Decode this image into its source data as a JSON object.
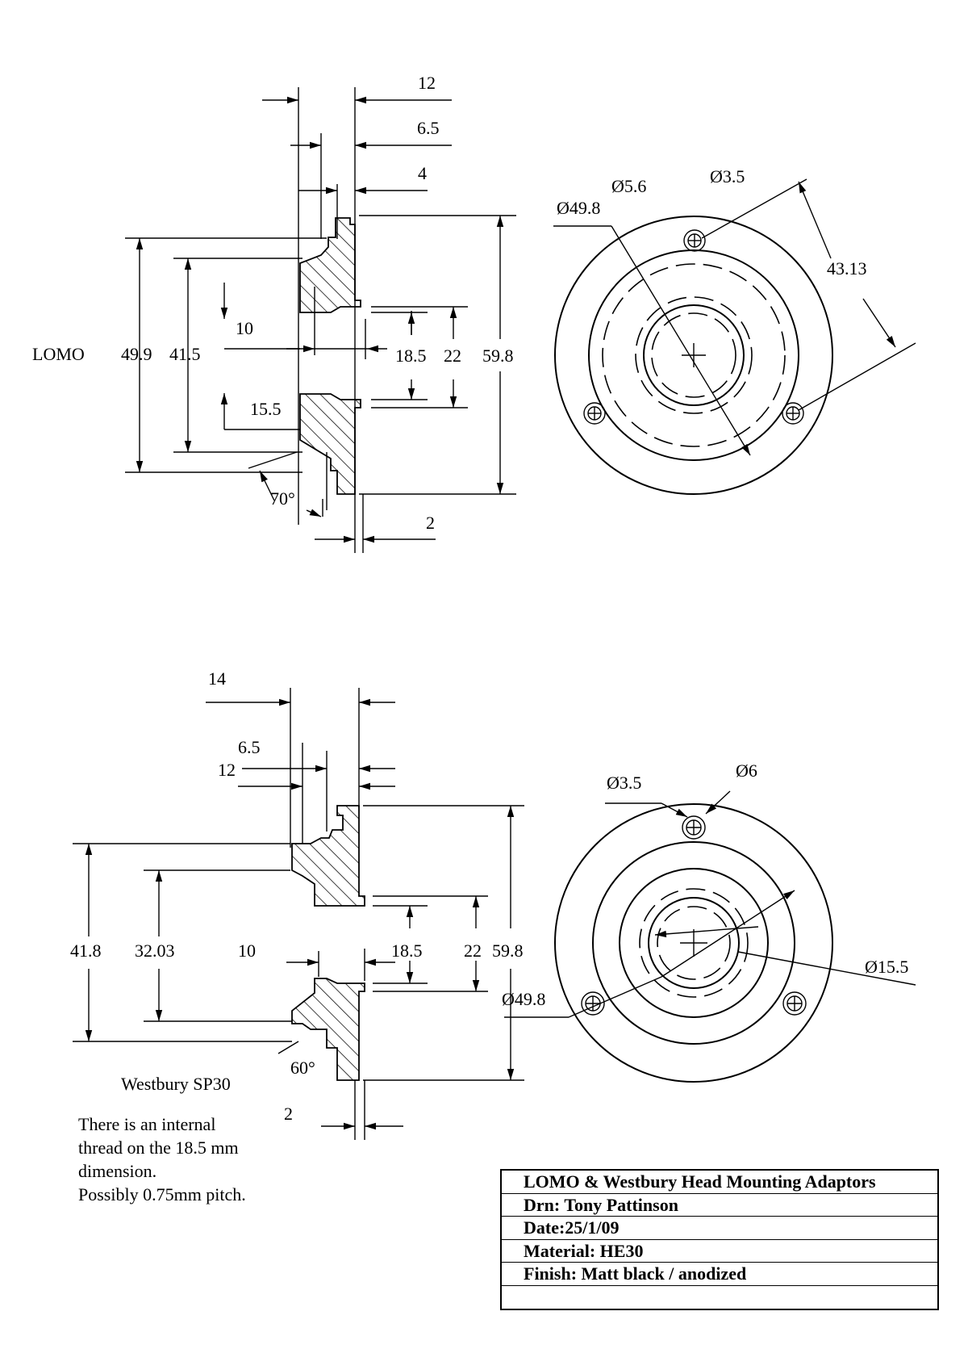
{
  "lomo": {
    "label": "LOMO",
    "dims": {
      "d12": "12",
      "d6_5": "6.5",
      "d4": "4",
      "d49_9": "49.9",
      "d41_5": "41.5",
      "d10": "10",
      "d15_5": "15.5",
      "d18_5": "18.5",
      "d22": "22",
      "d59_8": "59.8",
      "angle": "70°",
      "d2": "2"
    },
    "face": {
      "dia49_8": "Ø49.8",
      "dia5_6": "Ø5.6",
      "dia3_5": "Ø3.5",
      "pcd": "43.13"
    }
  },
  "westbury": {
    "label": "Westbury SP30",
    "dims": {
      "d14": "14",
      "d6_5": "6.5",
      "d12": "12",
      "d41_8": "41.8",
      "d32_03": "32.03",
      "d10": "10",
      "d18_5": "18.5",
      "d22": "22",
      "d59_8": "59.8",
      "angle": "60°",
      "d2": "2"
    },
    "face": {
      "dia3_5": "Ø3.5",
      "dia6": "Ø6",
      "dia15_5": "Ø15.5",
      "dia49_8": "Ø49.8"
    }
  },
  "notes": [
    "There is an internal",
    "thread on the 18.5 mm",
    "dimension.",
    "Possibly 0.75mm pitch."
  ],
  "title_block": {
    "title": "LOMO & Westbury Head Mounting Adaptors",
    "drawn": "Drn: Tony Pattinson",
    "date": "Date:25/1/09",
    "material": "Material: HE30",
    "finish": "Finish: Matt black / anodized",
    "blank": ""
  }
}
